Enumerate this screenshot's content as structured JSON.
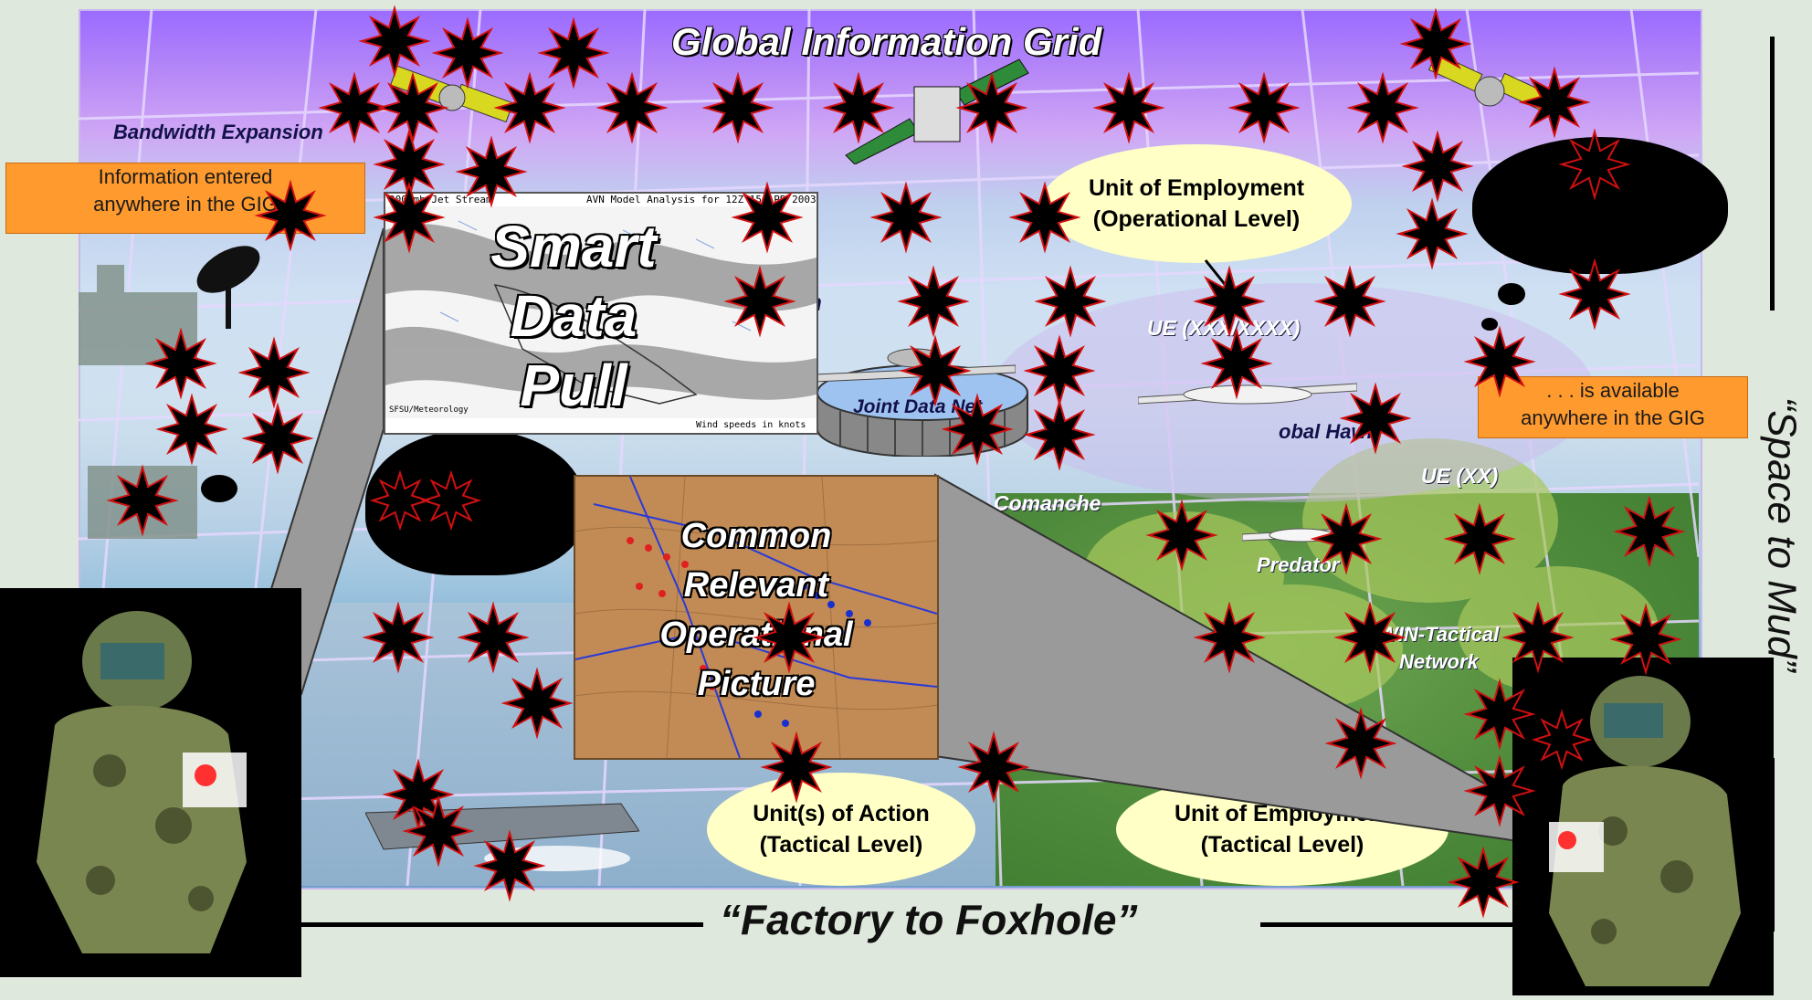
{
  "header": {
    "title": "Global Information Grid"
  },
  "labels": {
    "bandwidth": "Bandwidth Expansion",
    "joint_data_net": "Joint Data Net",
    "ue_xxx": "UE (XXX/XXXX)",
    "global_hawk": "obal Hawk",
    "ue_xx": "UE (XX)",
    "comanche": "Comanche",
    "predator": "Predator",
    "win_tactical_1": "WIN-Tactical",
    "win_tactical_2": "Network",
    "partial_n": "n"
  },
  "callouts": {
    "info_entered_1": "Information entered",
    "info_entered_2": "anywhere in the GIG",
    "available_1": ". . . is available",
    "available_2": "anywhere in the GIG"
  },
  "ellipses": {
    "ue_operational_1": "Unit of Employment",
    "ue_operational_2": "(Operational Level)",
    "ua_tactical_1": "Unit(s) of Action",
    "ua_tactical_2": "(Tactical Level)",
    "ue_tactical_1": "Unit of Employment",
    "ue_tactical_2": "(Tactical Level)"
  },
  "weather_map": {
    "caption_left": "300 mb Jet Stream",
    "caption_right": "AVN Model Analysis for 12Z 15 APR 2003",
    "footer_left": "SFSU/Meteorology",
    "footer_right": "Wind speeds in knots",
    "overlay_1": "Smart",
    "overlay_2": "Data",
    "overlay_3": "Pull"
  },
  "crop_map": {
    "overlay_1": "Common",
    "overlay_2": "Relevant",
    "overlay_3": "Operational",
    "overlay_4": "Picture"
  },
  "bottom_caption": "“Factory to Foxhole”",
  "side_caption": "“Space to Mud”",
  "colors": {
    "orange": "#ff9a2e",
    "ellipse": "#ffffc6",
    "title_white": "#ffffff",
    "burst_fill": "#000000",
    "burst_outline": "#d01010"
  }
}
